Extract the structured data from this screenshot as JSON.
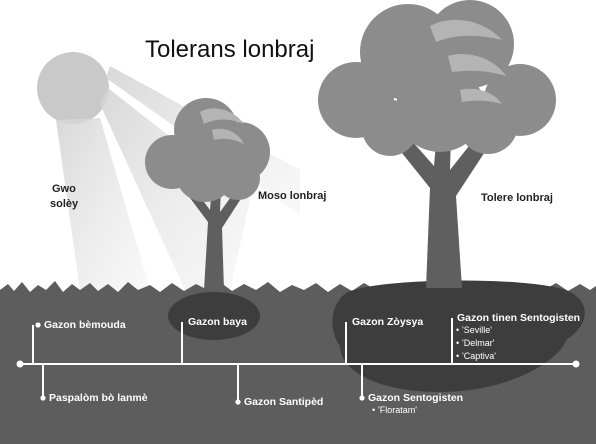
{
  "title": "Tolerans lonbraj",
  "zones": {
    "sun": [
      "Gwo",
      "solèy"
    ],
    "moderate": "Moso lonbraj",
    "tolerant": "Tolere lonbraj"
  },
  "grasses_top": [
    {
      "label": "Gazon bèmouda"
    },
    {
      "label": "Gazon baya"
    },
    {
      "label": "Gazon Zòysya"
    },
    {
      "label": "Gazon tinen Sentogisten",
      "varieties": [
        "'Seville'",
        "'Delmar'",
        "'Captiva'"
      ]
    }
  ],
  "grasses_bottom": [
    {
      "label": "Paspalòm bò lanmè"
    },
    {
      "label": "Gazon Santipèd"
    },
    {
      "label": "Gazon Sentogisten",
      "varieties": [
        "'Floratam'"
      ]
    }
  ],
  "colors": {
    "sky": "#ffffff",
    "sun": "#c9c9c9",
    "ground": "#5d5d5d",
    "shadow": "#3d3d3d",
    "trunk": "#5f5f5f",
    "canopy": "#8c8c8c",
    "canopy_highlight": "#b4b4b4",
    "line": "#ffffff"
  }
}
